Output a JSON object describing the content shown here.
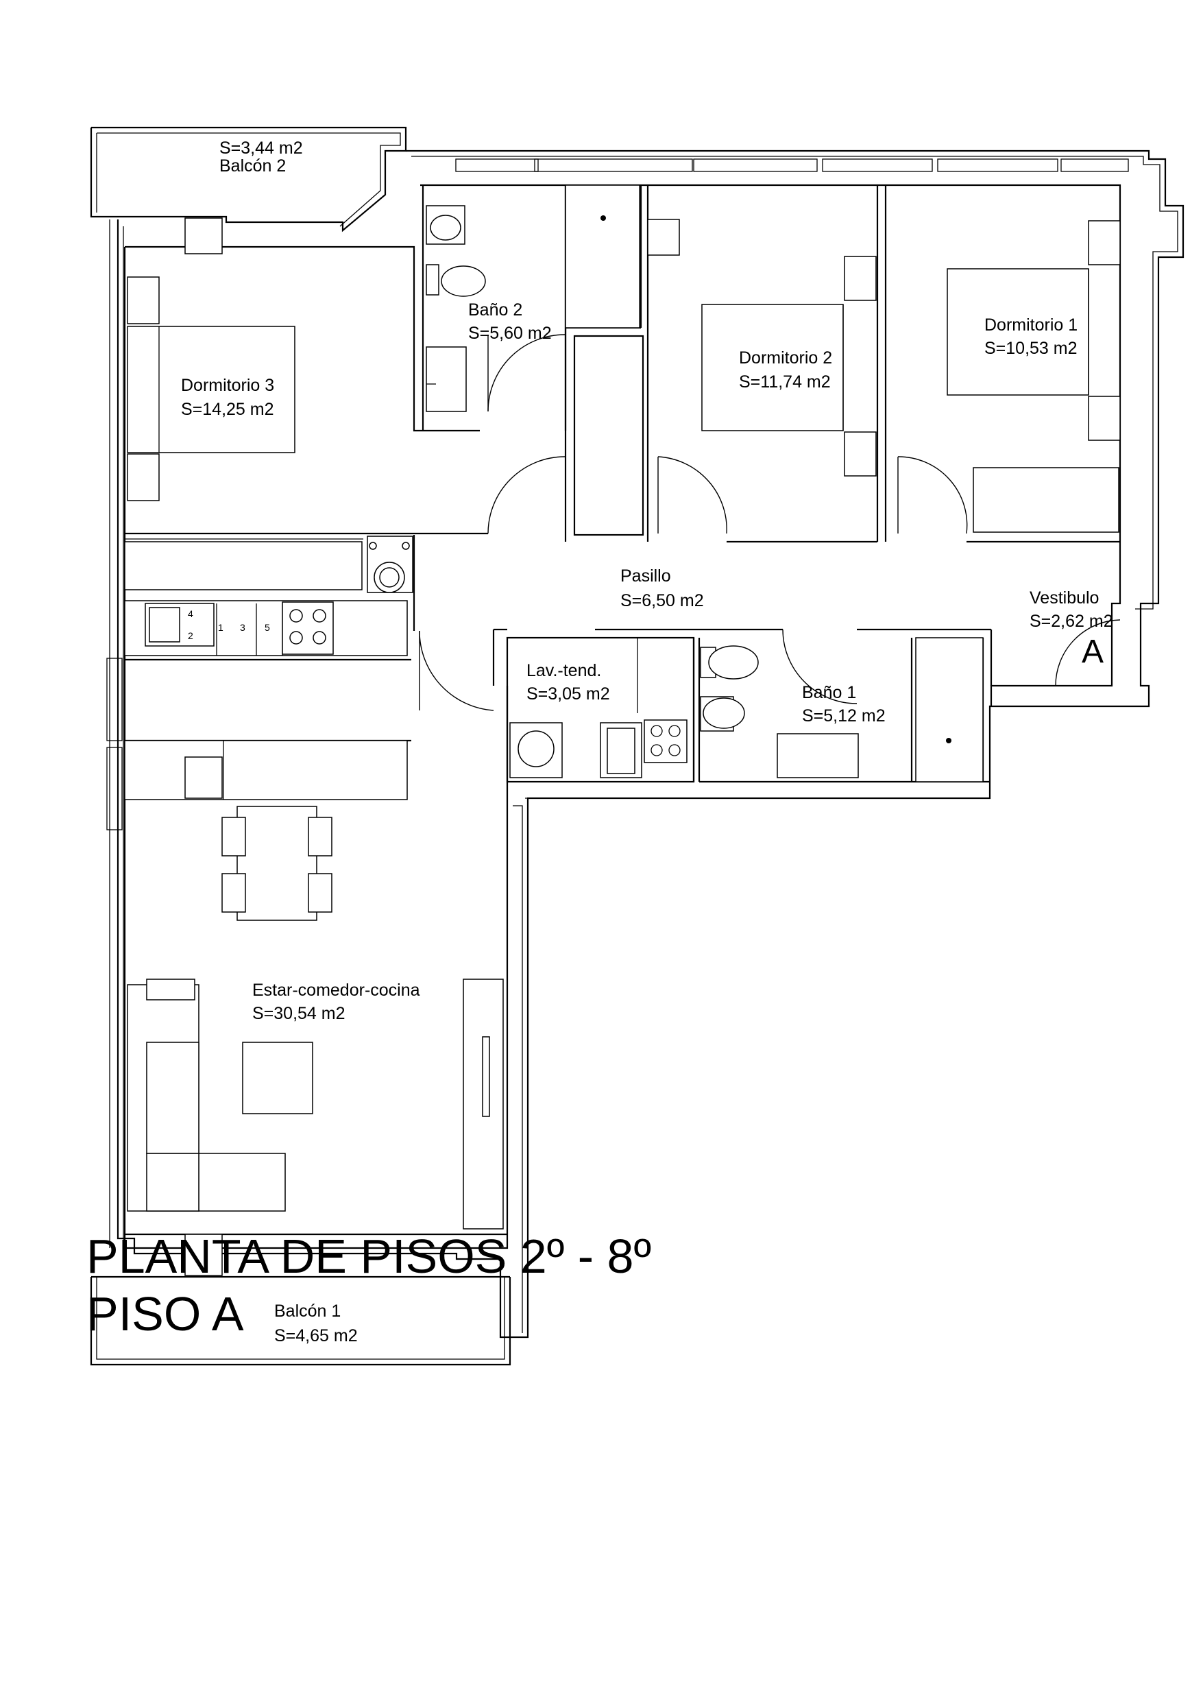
{
  "rooms": [
    {
      "key": "balcon2",
      "name": "Balcón 2",
      "area": "S=3,44 m2"
    },
    {
      "key": "bano2",
      "name": "Baño 2",
      "area": "S=5,60 m2"
    },
    {
      "key": "dormitorio3",
      "name": "Dormitorio 3",
      "area": "S=14,25 m2"
    },
    {
      "key": "dormitorio2",
      "name": "Dormitorio 2",
      "area": "S=11,74 m2"
    },
    {
      "key": "dormitorio1",
      "name": "Dormitorio 1",
      "area": "S=10,53 m2"
    },
    {
      "key": "pasillo",
      "name": "Pasillo",
      "area": "S=6,50 m2"
    },
    {
      "key": "vestibulo",
      "name": "Vestibulo",
      "area": "S=2,62 m2"
    },
    {
      "key": "lavtend",
      "name": "Lav.-tend.",
      "area": "S=3,05 m2"
    },
    {
      "key": "bano1",
      "name": "Baño 1",
      "area": "S=5,12 m2"
    },
    {
      "key": "estar",
      "name": "Estar-comedor-cocina",
      "area": "S=30,54 m2"
    },
    {
      "key": "balcon1",
      "name": "Balcón 1",
      "area": "S=4,65 m2"
    }
  ],
  "entrance_mark": "A",
  "kitchen_counter_marks": [
    "4",
    "2",
    "1",
    "3",
    "5"
  ],
  "title": {
    "line1": "PLANTA DE PISOS 2º - 8º",
    "line2": "PISO A"
  }
}
